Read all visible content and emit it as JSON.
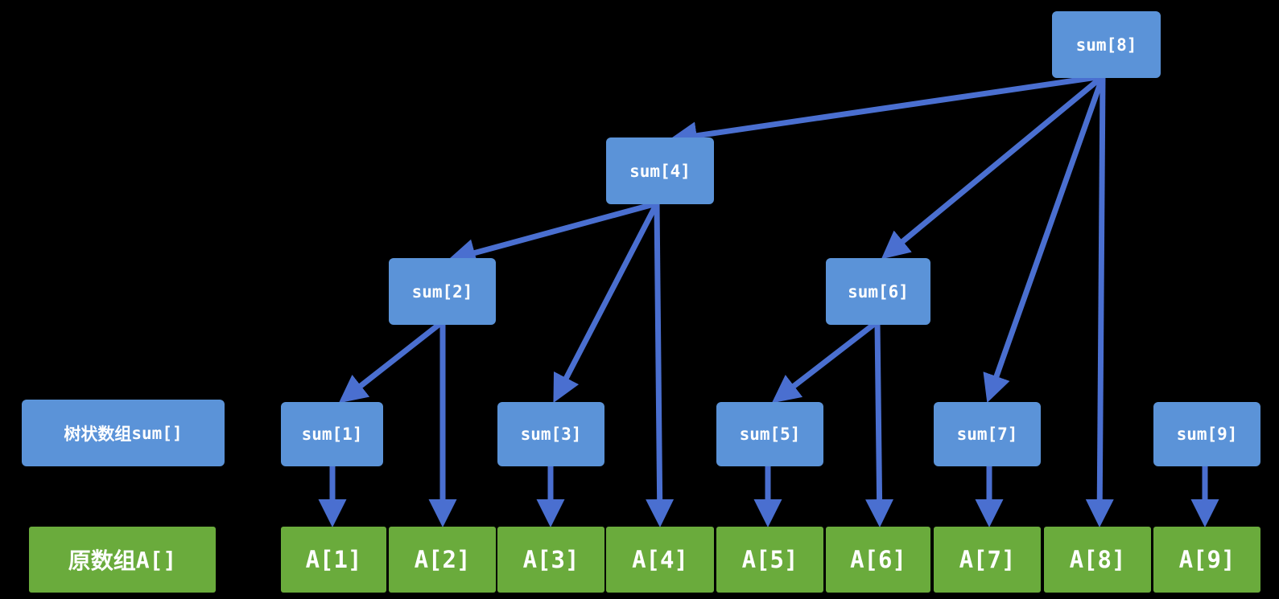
{
  "colors": {
    "background": "#000000",
    "sum_node": "#5b93d8",
    "array_node": "#6aab3c",
    "edge": "#4a6fd0",
    "text": "#ffffff"
  },
  "labels": {
    "tree_array": {
      "cjk": "树状数组",
      "code": "sum[]"
    },
    "original_array": {
      "cjk": "原数组",
      "code": "A[]"
    }
  },
  "sum_nodes": [
    "sum[1]",
    "sum[2]",
    "sum[3]",
    "sum[4]",
    "sum[5]",
    "sum[6]",
    "sum[7]",
    "sum[8]",
    "sum[9]"
  ],
  "array_nodes": [
    "A[1]",
    "A[2]",
    "A[3]",
    "A[4]",
    "A[5]",
    "A[6]",
    "A[7]",
    "A[8]",
    "A[9]"
  ],
  "edges": [
    {
      "from": "sum[8]",
      "to": "sum[4]"
    },
    {
      "from": "sum[8]",
      "to": "sum[6]"
    },
    {
      "from": "sum[8]",
      "to": "sum[7]"
    },
    {
      "from": "sum[8]",
      "to": "A[8]"
    },
    {
      "from": "sum[4]",
      "to": "sum[2]"
    },
    {
      "from": "sum[4]",
      "to": "sum[3]"
    },
    {
      "from": "sum[4]",
      "to": "A[4]"
    },
    {
      "from": "sum[2]",
      "to": "sum[1]"
    },
    {
      "from": "sum[2]",
      "to": "A[2]"
    },
    {
      "from": "sum[6]",
      "to": "sum[5]"
    },
    {
      "from": "sum[6]",
      "to": "A[6]"
    },
    {
      "from": "sum[1]",
      "to": "A[1]"
    },
    {
      "from": "sum[3]",
      "to": "A[3]"
    },
    {
      "from": "sum[5]",
      "to": "A[5]"
    },
    {
      "from": "sum[7]",
      "to": "A[7]"
    },
    {
      "from": "sum[9]",
      "to": "A[9]"
    }
  ]
}
